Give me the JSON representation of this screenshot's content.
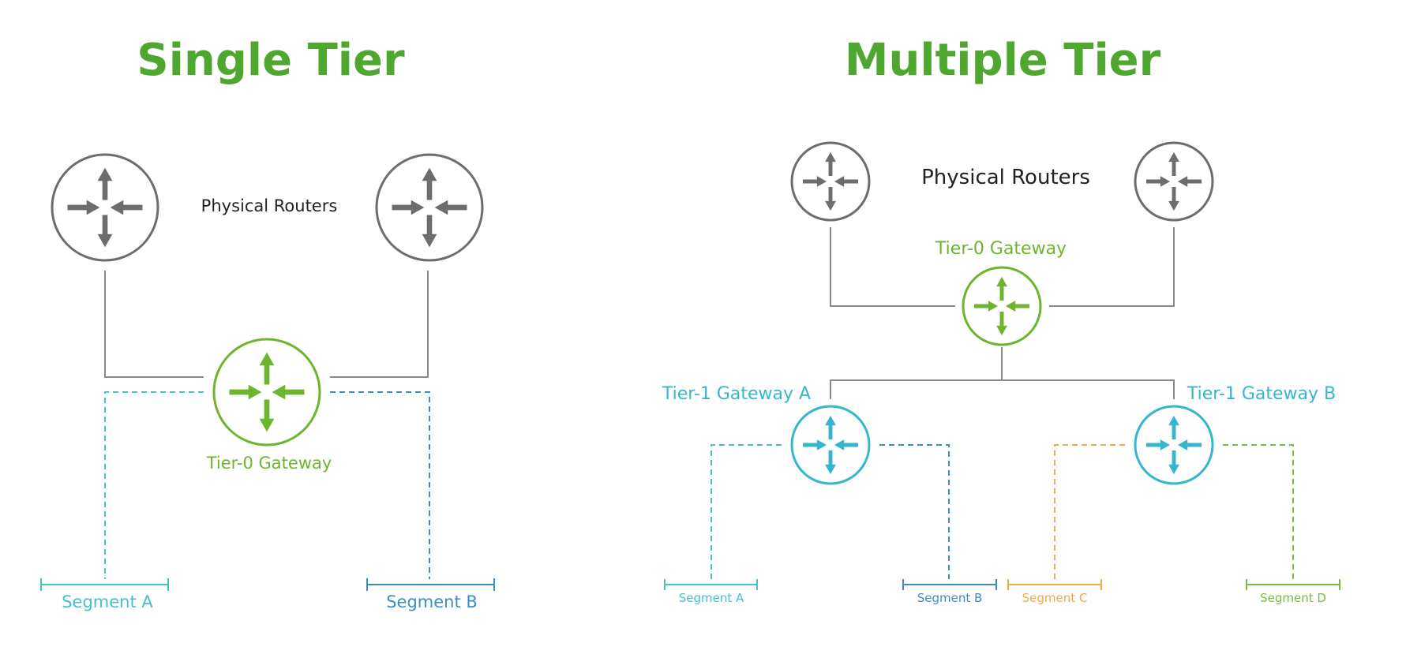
{
  "colors": {
    "title": "#4ea72e",
    "router_gray": "#6d6d6d",
    "tier0_green": "#6cb52d",
    "tier1_cyan": "#35b6cf",
    "seg_a": "#46c1cc",
    "seg_b": "#3a8fc0",
    "seg_c": "#f0a84a",
    "seg_d": "#7dbb45",
    "line_gray": "#8a8a8a"
  },
  "single_tier": {
    "title": "Single Tier",
    "physical_routers_label": "Physical Routers",
    "tier0_label": "Tier-0 Gateway",
    "segments": [
      "Segment A",
      "Segment B"
    ]
  },
  "multiple_tier": {
    "title": "Multiple Tier",
    "physical_routers_label": "Physical Routers",
    "tier0_label": "Tier-0 Gateway",
    "tier1_labels": [
      "Tier-1 Gateway A",
      "Tier-1 Gateway B"
    ],
    "segments": [
      "Segment A",
      "Segment B",
      "Segment C",
      "Segment D"
    ]
  }
}
